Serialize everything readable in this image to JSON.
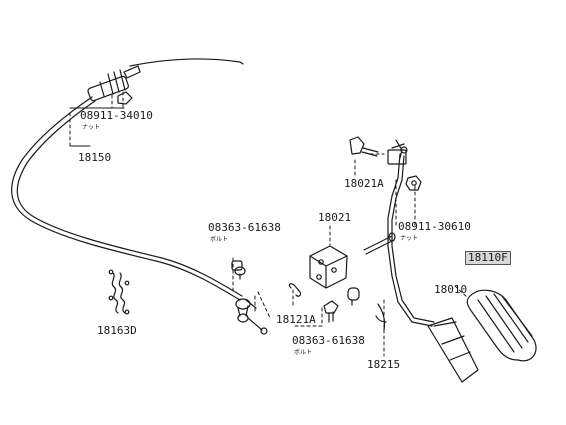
{
  "labels": {
    "p08911_34010": "08911-34010",
    "nut_a": "ナット",
    "p18150": "18150",
    "p18163d": "18163D",
    "p08363_61638_a": "08363-61638",
    "bolt_a": "ボルト",
    "p18021": "18021",
    "p18021a": "18021A",
    "p08911_30610": "08911-30610",
    "nut_b": "ナット",
    "p18110f": "18110F",
    "p18010": "18010",
    "p18121a": "18121A",
    "p08363_61638_b": "08363-61638",
    "bolt_b": "ボルト",
    "p18215": "18215"
  }
}
